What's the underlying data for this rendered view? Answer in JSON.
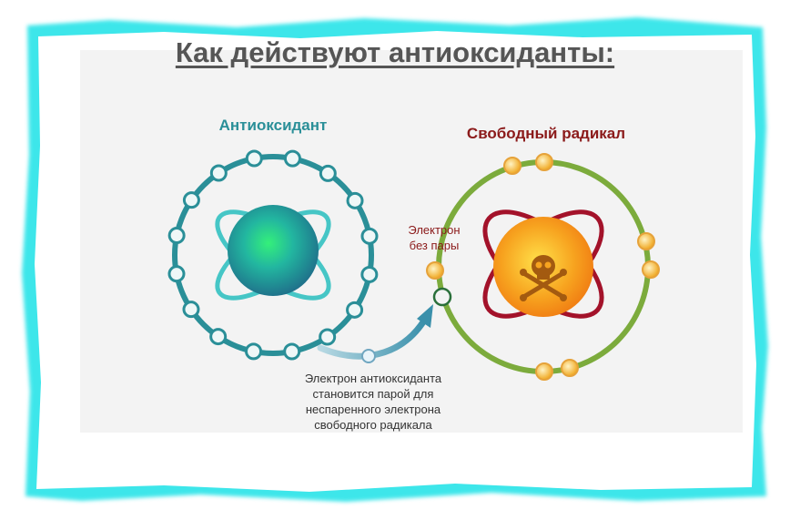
{
  "title": "Как действуют антиоксиданты:",
  "antioxidant": {
    "label": "Антиоксидант",
    "color": "#2a8f98"
  },
  "radical": {
    "label": "Свободный радикал",
    "color": "#8b1a1a",
    "skull_icon": "skull-crossbones-icon"
  },
  "unpaired_electron_label": "Электрон\nбез пары",
  "caption": "Электрон антиоксиданта\nстановится парой для\nнеспаренного электрона\nсвободного радикала",
  "colors": {
    "frame_glow": "#3ee6ea",
    "panel_bg": "#f2f2f2",
    "teal_ring": "#2a8f98",
    "green_ring": "#7cab3c",
    "gold_electron": "#f1b83a",
    "red_orbit": "#a3122a"
  }
}
